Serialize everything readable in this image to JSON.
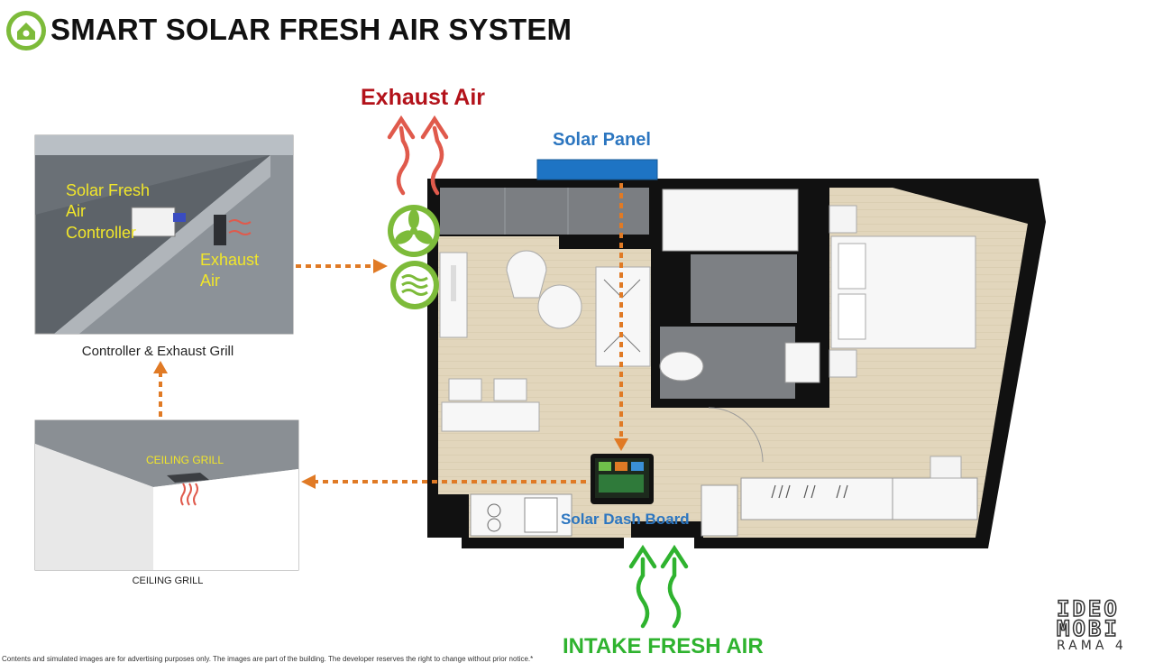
{
  "header": {
    "title": "SMART SOLAR FRESH AIR SYSTEM",
    "logo_icon": "house-gear-icon",
    "accent_color": "#7dbb3a"
  },
  "labels": {
    "exhaust_air": "Exhaust Air",
    "solar_panel": "Solar Panel",
    "solar_dash_board": "Solar Dash Board",
    "intake_fresh_air": "INTAKE FRESH AIR"
  },
  "panel_controller": {
    "controller_text_line1": "Solar Fresh",
    "controller_text_line2": "Air",
    "controller_text_line3": "Controller",
    "exhaust_text_line1": "Exhaust",
    "exhaust_text_line2": "Air",
    "caption": "Controller & Exhaust Grill"
  },
  "panel_ceiling": {
    "inner_label": "CEILING GRILL",
    "caption": "CEILING GRILL"
  },
  "icons": {
    "fan": "fan-icon",
    "air_filter": "air-filter-icon"
  },
  "colors": {
    "exhaust": "#b3121a",
    "exhaust_arrow": "#e05a4c",
    "solar": "#2c76c0",
    "intake": "#2fb32f",
    "flow_arrow": "#e07a25",
    "floor": "#e2d6bc"
  },
  "footer": {
    "disclaimer": "Contents and simulated images are for advertising purposes only. The images are part of the building. The developer reserves the right to change without prior notice.*",
    "brand_line1": "IDEO",
    "brand_line2": "MOBI",
    "brand_line3": "RAMA 4"
  }
}
